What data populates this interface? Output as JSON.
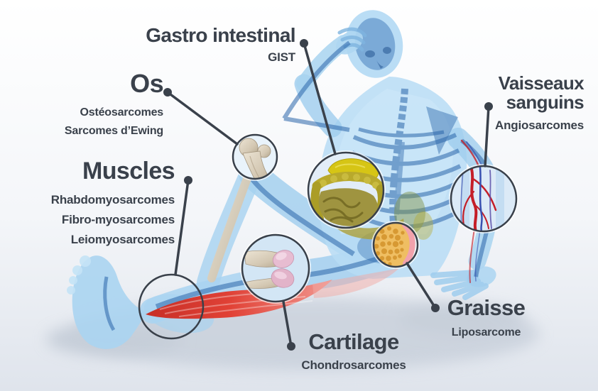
{
  "diagram": {
    "subject": "sarcoma-types-on-human-body",
    "language": "fr"
  },
  "labels": [
    {
      "id": "gastro-intestinal",
      "title": "Gastro intestinal",
      "subtitles": [
        "GIST"
      ]
    },
    {
      "id": "os",
      "title": "Os",
      "subtitles": [
        "Ostéosarcomes",
        "Sarcomes d’Ewing"
      ]
    },
    {
      "id": "muscles",
      "title": "Muscles",
      "subtitles": [
        "Rhabdomyosarcomes",
        "Fibro-myosarcomes",
        "Leiomyosarcomes"
      ]
    },
    {
      "id": "vaisseaux-sanguins",
      "title": "Vaisseaux sanguins",
      "subtitles": [
        "Angiosarcomes"
      ]
    },
    {
      "id": "graisse",
      "title": "Graisse",
      "subtitles": [
        "Liposarcome"
      ]
    },
    {
      "id": "cartilage",
      "title": "Cartilage",
      "subtitles": [
        "Chondrosarcomes"
      ]
    }
  ],
  "callouts": [
    {
      "id": "bone-callout",
      "depicts": "magnified femur bone"
    },
    {
      "id": "intestine-callout",
      "depicts": "magnified stomach and intestines"
    },
    {
      "id": "vessel-callout",
      "depicts": "magnified arm blood vessels"
    },
    {
      "id": "fat-callout",
      "depicts": "magnified fat tissue lobules"
    },
    {
      "id": "cartilage-callout",
      "depicts": "magnified knee cartilage"
    },
    {
      "id": "muscle-callout",
      "depicts": "magnified calf muscle"
    }
  ],
  "colors": {
    "label_text": "#3a414b",
    "connector": "#3a414b",
    "body_blue": "#aed6f2",
    "skeleton_blue": "#2b66ab",
    "muscle_red": "#d92f23",
    "intestine_yellow": "#b5a52c",
    "fat_orange": "#e2a843",
    "cartilage_pink": "#e7bcd1",
    "vessel_red": "#c41e28",
    "bone_beige": "#d9cfbd"
  }
}
